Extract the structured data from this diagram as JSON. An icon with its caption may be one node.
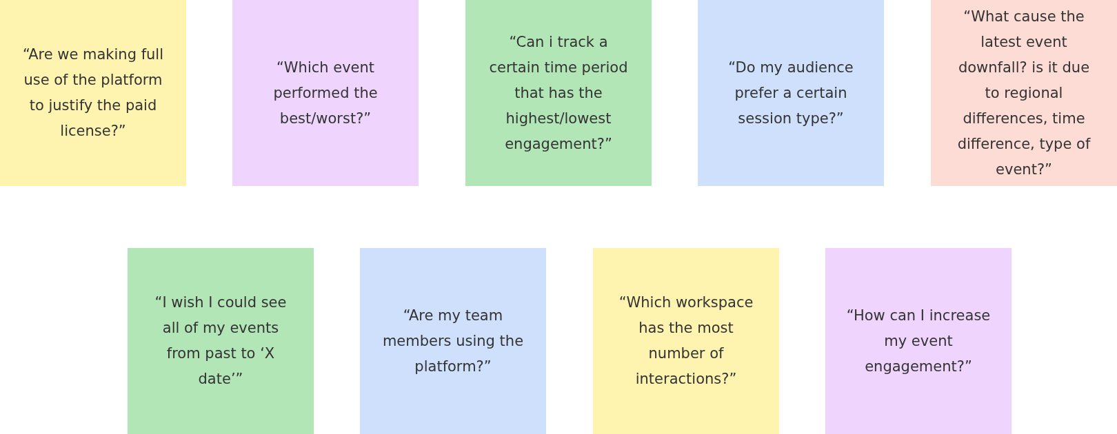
{
  "diagram": {
    "nodes": [
      {
        "text": [
          "“Are we making full use of the platform to justify the paid license?”"
        ]
      },
      {
        "text": [
          "“Which event performed the best/worst?”"
        ]
      },
      {
        "text": [
          "“Can i track a certain time period that has the highest/lowest engagement?”"
        ]
      },
      {
        "text": [
          "“Do my audience prefer a certain session type?”"
        ]
      },
      {
        "text": [
          "“What cause the latest event downfall? is it due to regional differences, time difference, type of event?”"
        ]
      },
      {
        "text": [
          "“I wish I could see all of my events from past to ‘X date’”"
        ]
      },
      {
        "text": [
          "“Are my team members using the platform?”"
        ]
      },
      {
        "text": [
          "“Which workspace has the most number of interactions?”"
        ]
      },
      {
        "text": [
          "“How can I increase my event engagement?”"
        ]
      }
    ],
    "edges": []
  }
}
